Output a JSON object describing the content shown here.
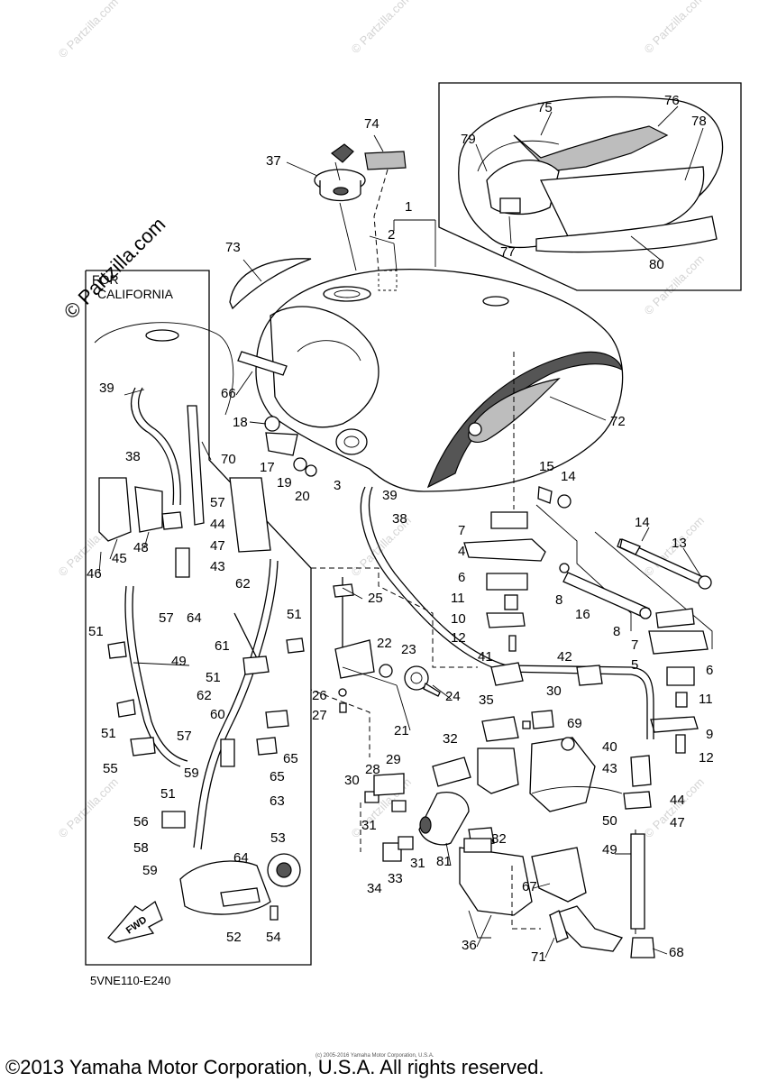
{
  "watermark": "© Partzilla.com",
  "callouts": {
    "c1": "1",
    "c2": "2",
    "c3": "3",
    "c4": "4",
    "c5": "5",
    "c6": "6",
    "c7": "7",
    "c8": "8",
    "c9": "9",
    "c10": "10",
    "c11": "11",
    "c12": "12",
    "c13": "13",
    "c14": "14",
    "c15": "15",
    "c16": "16",
    "c17": "17",
    "c18": "18",
    "c19": "19",
    "c20": "20",
    "c21": "21",
    "c22": "22",
    "c23": "23",
    "c24": "24",
    "c25": "25",
    "c26": "26",
    "c27": "27",
    "c28": "28",
    "c29": "29",
    "c30": "30",
    "c31": "31",
    "c32": "32",
    "c33": "33",
    "c34": "34",
    "c35": "35",
    "c36": "36",
    "c37": "37",
    "c38": "38",
    "c39": "39",
    "c40": "40",
    "c41": "41",
    "c42": "42",
    "c43": "43",
    "c44": "44",
    "c45": "45",
    "c46": "46",
    "c47": "47",
    "c48": "48",
    "c49": "49",
    "c50": "50",
    "c51": "51",
    "c52": "52",
    "c53": "53",
    "c54": "54",
    "c55": "55",
    "c56": "56",
    "c57": "57",
    "c58": "58",
    "c59": "59",
    "c60": "60",
    "c61": "61",
    "c62": "62",
    "c63": "63",
    "c64": "64",
    "c65": "65",
    "c66": "66",
    "c67": "67",
    "c68": "68",
    "c69": "69",
    "c70": "70",
    "c71": "71",
    "c72": "72",
    "c73": "73",
    "c74": "74",
    "c75": "75",
    "c76": "76",
    "c77": "77",
    "c78": "78",
    "c79": "79",
    "c80": "80",
    "c81": "81",
    "c82": "82"
  },
  "california_label_line1": "FOR",
  "california_label_line2": "CALIFORNIA",
  "fwd_label": "FWD",
  "diagram_code": "5VNE110-E240",
  "small_copyright": "(c) 2005-2016 Yamaha Motor Corporation, U.S.A.",
  "footer_copyright": "©2013 Yamaha Motor Corporation, U.S.A. All rights reserved."
}
